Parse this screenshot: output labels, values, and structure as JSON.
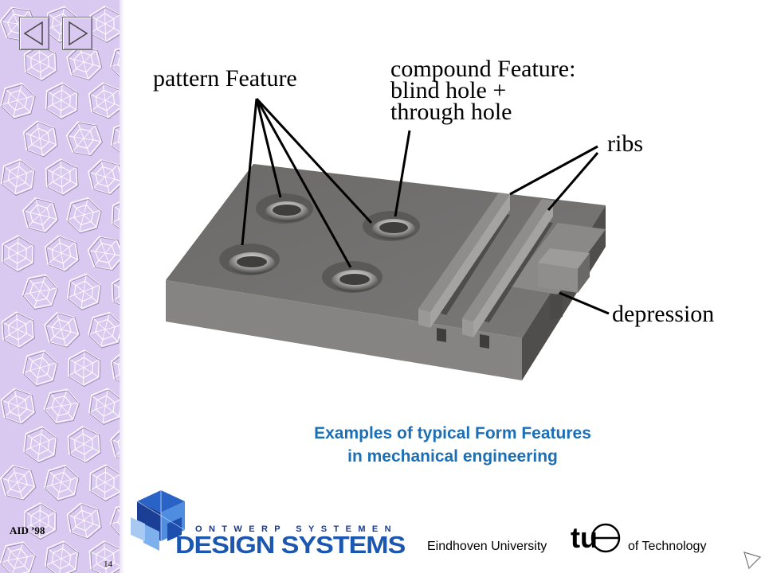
{
  "navigation": {
    "back_icon": "triangle-left-icon",
    "forward_icon": "triangle-right-icon"
  },
  "figure": {
    "callouts": {
      "pattern": "pattern Feature",
      "compound_line1": "compound Feature:",
      "compound_line2": "blind hole +",
      "compound_line3": "through hole",
      "ribs": "ribs",
      "depression": "depression"
    },
    "part_color": "#6f6d6c"
  },
  "caption": {
    "line1": "Examples of typical Form Features",
    "line2": "in mechanical engineering",
    "color": "#1c6fb5"
  },
  "footer": {
    "event": "AID ’98",
    "slide_number": "14",
    "ds_top": "ONTWERP SYSTEMEN",
    "ds_main": "DESIGN SYSTEMS",
    "tue_left": "Eindhoven University",
    "tue_mark": "tu",
    "tue_right": "of Technology",
    "accent": "#1b56b0"
  }
}
